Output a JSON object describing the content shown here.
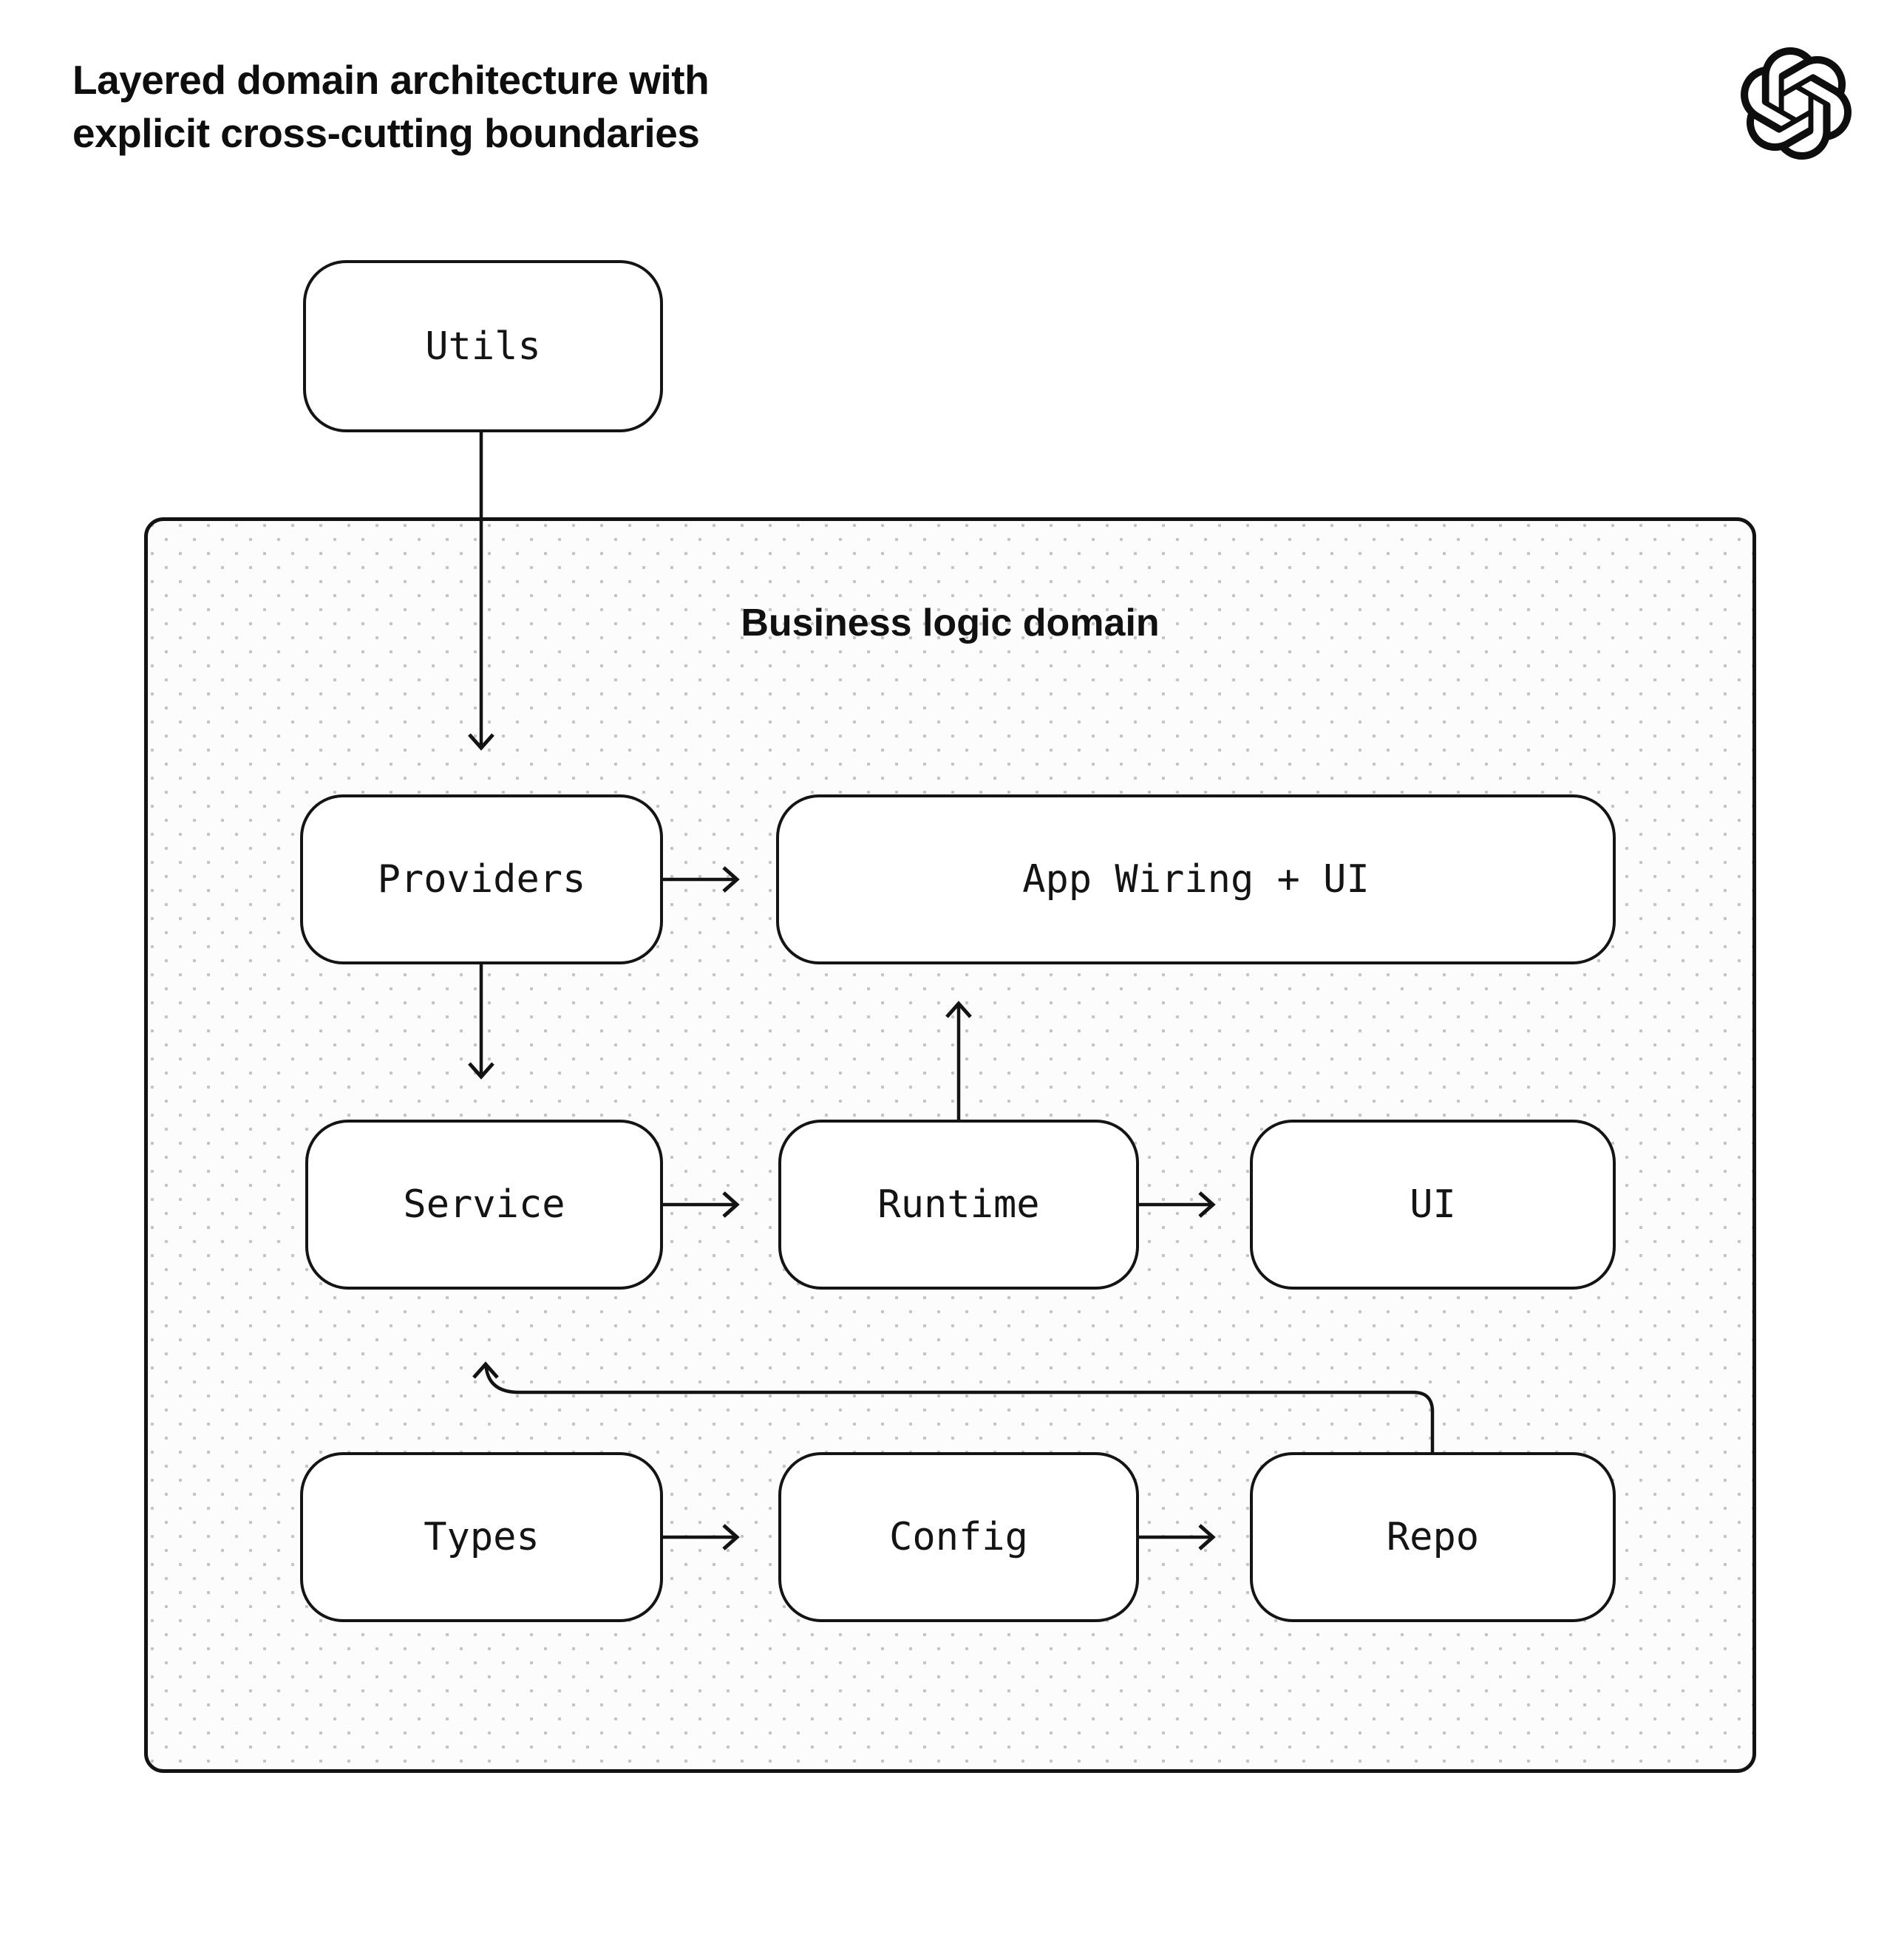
{
  "header": {
    "title_line1": "Layered domain architecture with",
    "title_line2": "explicit cross-cutting boundaries"
  },
  "logo": {
    "name": "openai-logo"
  },
  "diagram": {
    "container_label": "Business logic domain",
    "nodes": [
      {
        "id": "utils",
        "label": "Utils"
      },
      {
        "id": "providers",
        "label": "Providers"
      },
      {
        "id": "app-wiring-ui",
        "label": "App Wiring + UI"
      },
      {
        "id": "service",
        "label": "Service"
      },
      {
        "id": "runtime",
        "label": "Runtime"
      },
      {
        "id": "ui",
        "label": "UI"
      },
      {
        "id": "types",
        "label": "Types"
      },
      {
        "id": "config",
        "label": "Config"
      },
      {
        "id": "repo",
        "label": "Repo"
      }
    ],
    "edges": [
      {
        "from": "Utils",
        "to": "Providers"
      },
      {
        "from": "Providers",
        "to": "App Wiring + UI"
      },
      {
        "from": "Providers",
        "to": "Service"
      },
      {
        "from": "Runtime",
        "to": "App Wiring + UI"
      },
      {
        "from": "Service",
        "to": "Runtime"
      },
      {
        "from": "Runtime",
        "to": "UI"
      },
      {
        "from": "Types",
        "to": "Config"
      },
      {
        "from": "Config",
        "to": "Repo"
      },
      {
        "from": "Repo",
        "to": "Service"
      }
    ],
    "colors": {
      "line": "#131313",
      "text": "#111111",
      "dot": "#c4c4c4",
      "container_bg": "#fcfcfc",
      "box_bg": "#ffffff"
    }
  }
}
